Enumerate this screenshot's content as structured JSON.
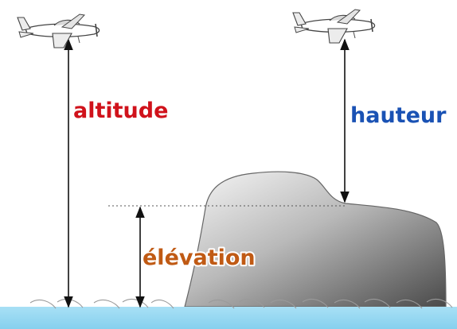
{
  "labels": {
    "altitude": "altitude",
    "hauteur": "hauteur",
    "elevation": "élévation"
  },
  "colors": {
    "altitude": "#d0121b",
    "hauteur": "#1a52b4",
    "elevation": "#c05a14",
    "sea": "#9ad9f1"
  },
  "icons": [
    "airplane-icon",
    "airplane-icon",
    "wave-icon"
  ]
}
